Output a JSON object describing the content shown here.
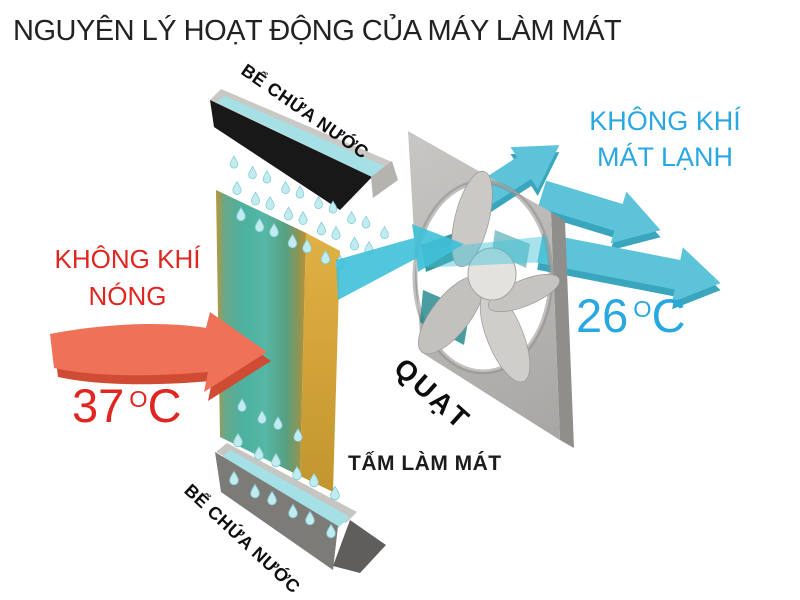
{
  "title": "NGUYÊN LÝ HOẠT ĐỘNG CỦA MÁY LÀM MÁT",
  "components": {
    "top_tank": "BỂ CHỨA NƯỚC",
    "bottom_tank": "BỂ CHỨA NƯỚC",
    "cooling_pad": "TẤM LÀM MÁT",
    "fan": "QUẠT"
  },
  "hot_air": {
    "line1": "KHÔNG KHÍ",
    "line2": "NÓNG",
    "temp_value": "37",
    "temp_degree": "O",
    "temp_unit": "C"
  },
  "cold_air": {
    "line1": "KHÔNG KHÍ",
    "line2": "MÁT LẠNH",
    "temp_value": "26",
    "temp_degree": "O",
    "temp_unit": "C"
  },
  "colors": {
    "hot_text": "#e02621",
    "cold_text": "#29a7e1",
    "hot_arrow": "#ef7258",
    "cool_arrow": "#5cc3d8",
    "pad_gold": "#d7a634",
    "pad_teal": "#4fb2a0",
    "fan_gray": "#b7b5b2",
    "water": "#a5e0e6",
    "label_black": "#0e0e0e"
  }
}
